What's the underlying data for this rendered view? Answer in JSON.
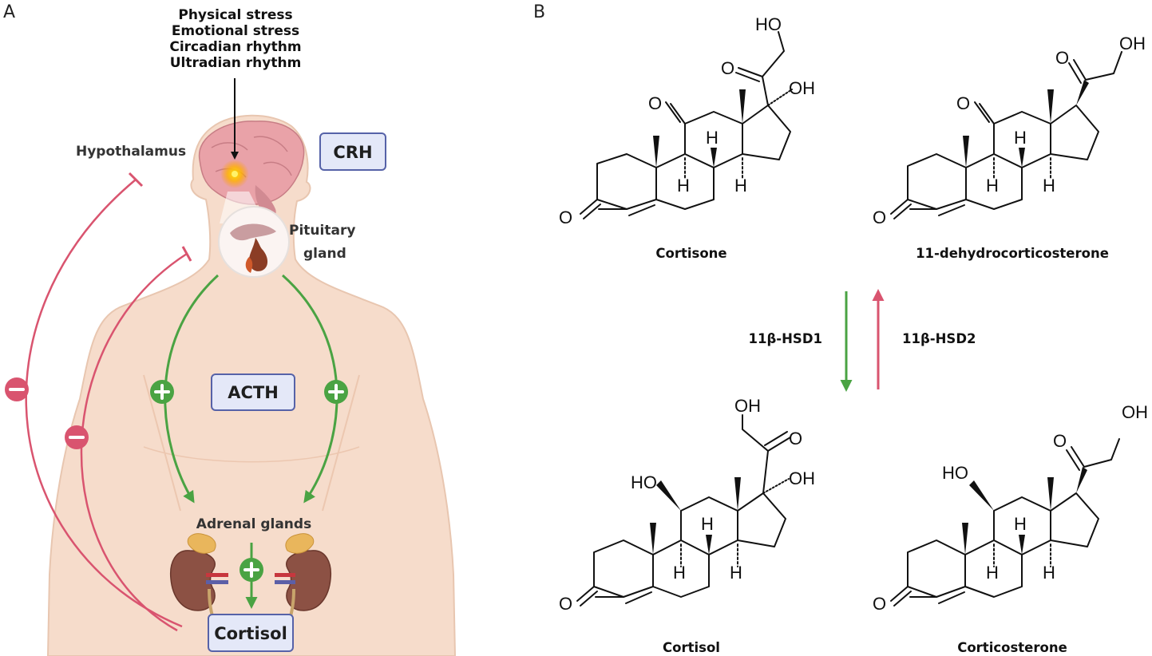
{
  "panels": {
    "a": "A",
    "b": "B"
  },
  "panel_a": {
    "stressors": [
      "Physical stress",
      "Emotional stress",
      "Circadian rhythm",
      "Ultradian rhythm"
    ],
    "hypothalamus": "Hypothalamus",
    "pituitary": [
      "Pituitary",
      "gland"
    ],
    "adrenal": "Adrenal glands",
    "hormones": {
      "crh": "CRH",
      "acth": "ACTH",
      "cortisol": "Cortisol"
    },
    "colors": {
      "stimulation": "#4aa343",
      "inhibition": "#d9546f",
      "box_fill": "#e4e8f8",
      "box_border": "#5662a8",
      "skin": "#f6dccb"
    }
  },
  "panel_b": {
    "compounds": {
      "top_left": "Cortisone",
      "top_right": "11-dehydrocorticosterone",
      "bottom_left": "Cortisol",
      "bottom_right": "Corticosterone"
    },
    "enzymes": {
      "forward": "11β-HSD1",
      "reverse": "11β-HSD2"
    },
    "atoms": {
      "oxygen": "O",
      "hydroxyl": "OH",
      "hydroxyl_left": "HO",
      "hydrogen": "H"
    }
  }
}
